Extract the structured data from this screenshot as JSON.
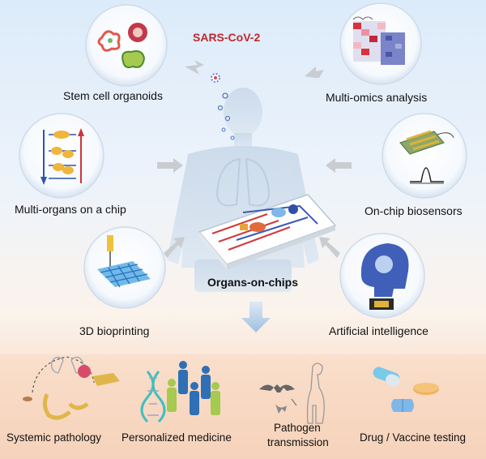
{
  "header": {
    "virus_label": "SARS-CoV-2"
  },
  "center": {
    "label": "Organs-on-chips"
  },
  "modules": [
    {
      "label": "Stem cell organoids",
      "icon": "organoid-icon"
    },
    {
      "label": "Multi-omics analysis",
      "icon": "heatmap-icon"
    },
    {
      "label": "Multi-organs on a chip",
      "icon": "circuit-icon"
    },
    {
      "label": "On-chip biosensors",
      "icon": "biosensor-icon"
    },
    {
      "label": "3D bioprinting",
      "icon": "bioprinter-icon"
    },
    {
      "label": "Artificial intelligence",
      "icon": "ai-head-icon"
    }
  ],
  "applications": [
    {
      "label": "Systemic pathology",
      "icon": "organs-cycle-icon"
    },
    {
      "label": "Personalized medicine",
      "icon": "dna-people-icon"
    },
    {
      "label_line1": "Pathogen",
      "label_line2": "transmission",
      "icon": "bat-human-icon"
    },
    {
      "label": "Drug / Vaccine testing",
      "icon": "pills-icon"
    }
  ],
  "colors": {
    "virus_red": "#c0282d",
    "arrow_grey": "#c9ccd1",
    "center_arrow_blue": "#a9c6e6"
  }
}
